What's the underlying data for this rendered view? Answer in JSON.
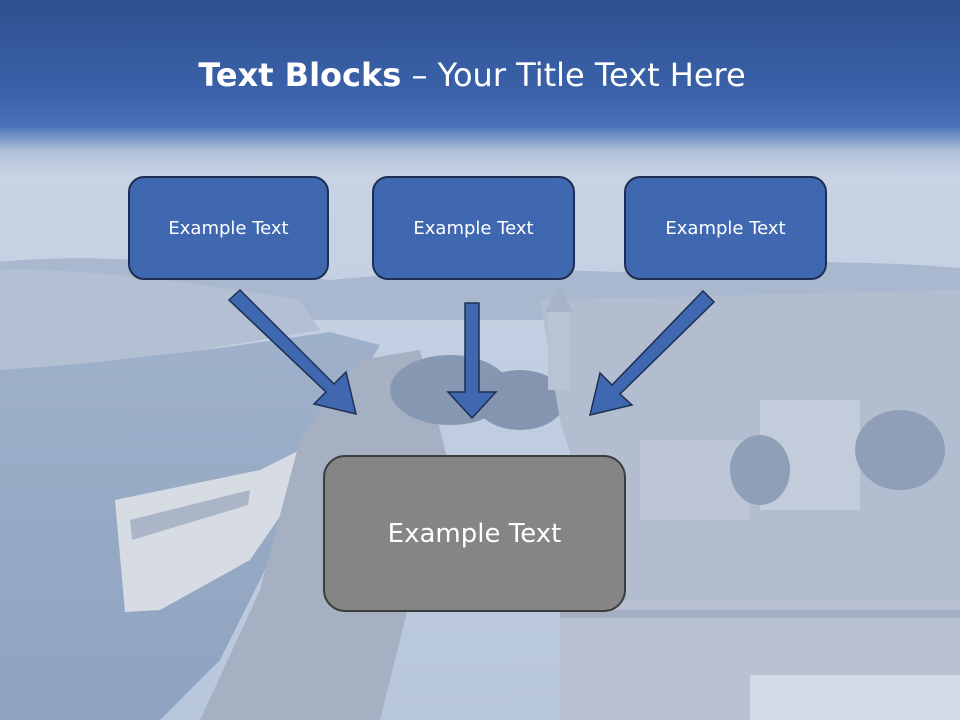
{
  "slide": {
    "title_bold": "Text Blocks",
    "title_dash": " – ",
    "title_rest": "Your Title Text Here"
  },
  "blocks": [
    {
      "label": "Example Text"
    },
    {
      "label": "Example Text"
    },
    {
      "label": "Example Text"
    }
  ],
  "center_block": {
    "label": "Example Text"
  },
  "colors": {
    "title_band": "#3b63ab",
    "block_fill": "#3f68b0",
    "block_border": "#1d2f52",
    "center_fill": "#858585",
    "arrow_fill": "#3f68b0"
  }
}
